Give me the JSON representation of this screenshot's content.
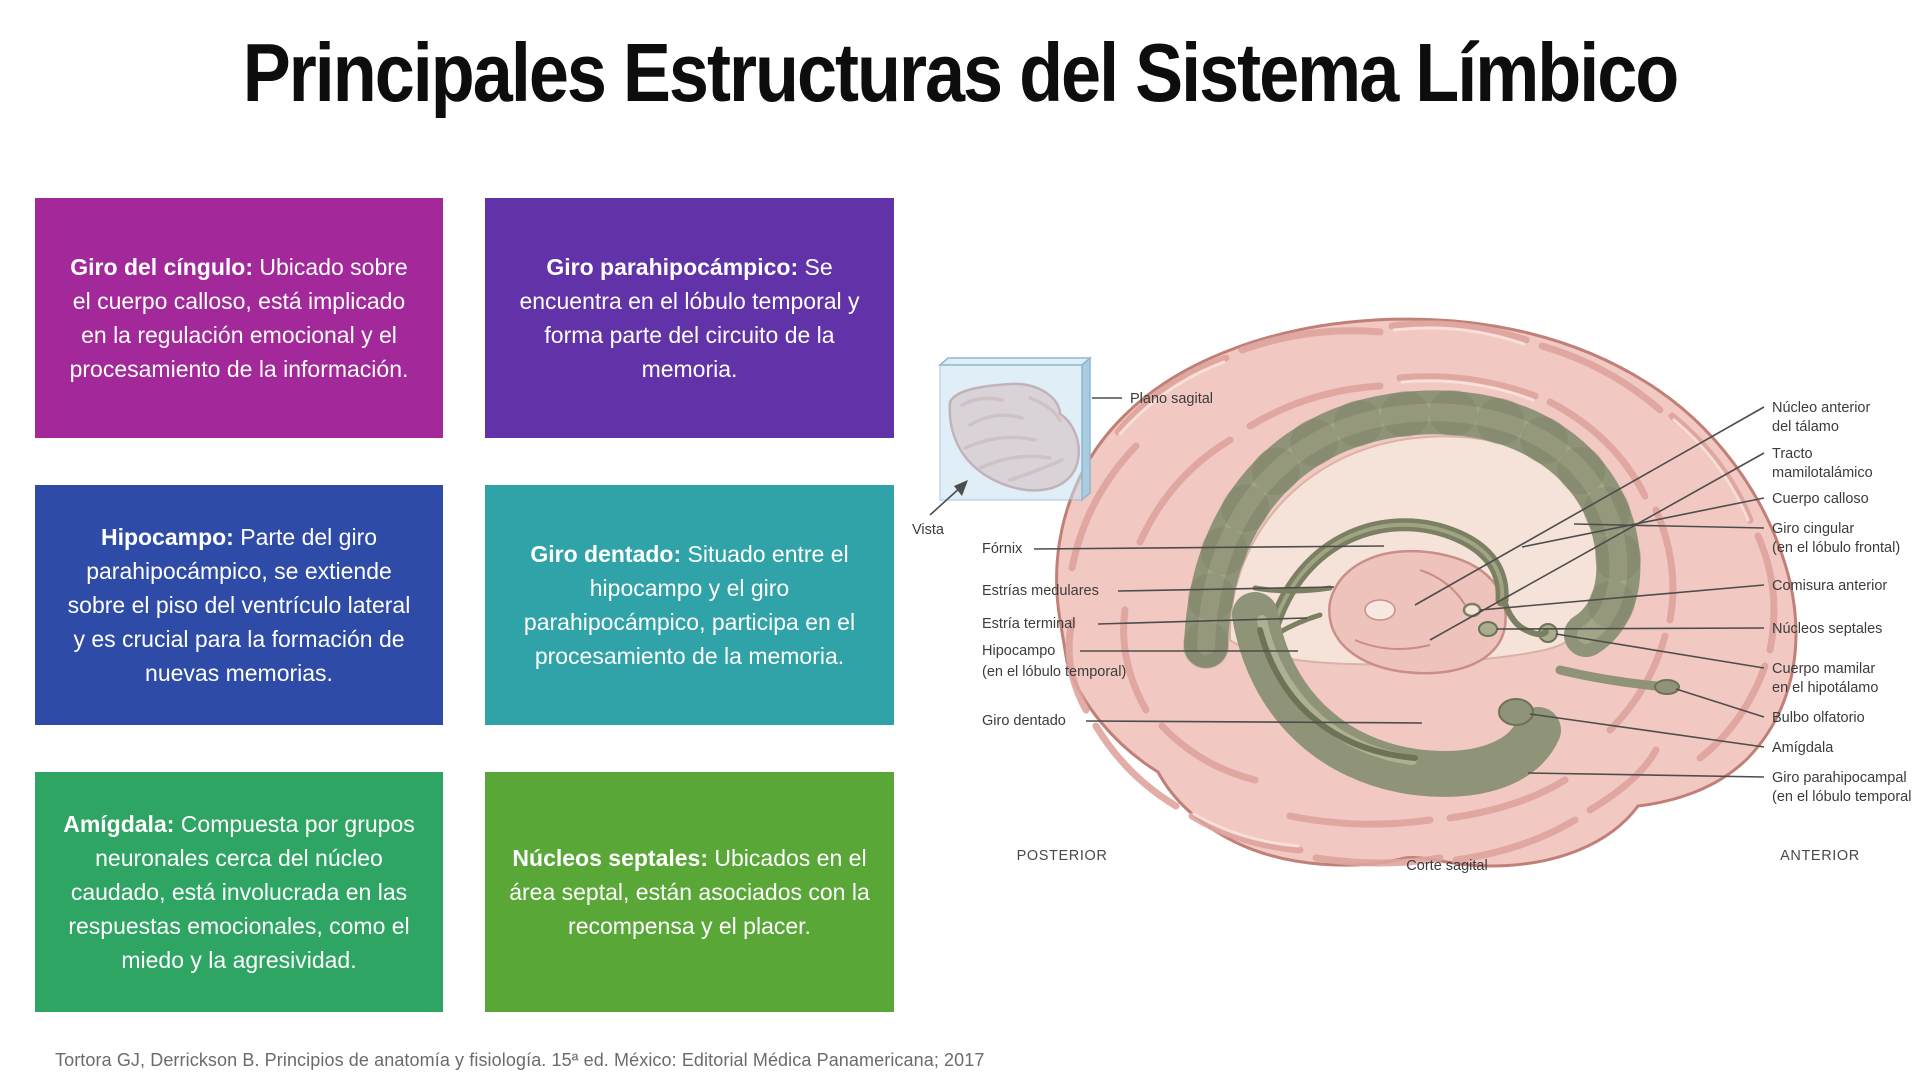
{
  "title": "Principales Estructuras del Sistema Límbico",
  "cards": [
    {
      "term": "Giro del cíngulo:",
      "desc": "Ubicado sobre el cuerpo calloso, está implicado en la regulación emocional y el procesamiento de la información.",
      "color": "#A3299A"
    },
    {
      "term": "Giro parahipocámpico:",
      "desc": "Se encuentra en el lóbulo temporal y forma parte del circuito de la memoria.",
      "color": "#6132A8"
    },
    {
      "term": "Hipocampo:",
      "desc": "Parte del giro parahipocámpico, se extiende sobre el piso del ventrículo lateral y es crucial para la formación de nuevas memorias.",
      "color": "#2E4BA8"
    },
    {
      "term": "Giro dentado:",
      "desc": "Situado entre el hipocampo y el giro parahipocámpico, participa en el procesamiento de la memoria.",
      "color": "#2FA3A8"
    },
    {
      "term": "Amígdala:",
      "desc": "Compuesta por grupos neuronales cerca del núcleo caudado, está involucrada en las respuestas emocionales, como el miedo y la agresividad.",
      "color": "#2FA564"
    },
    {
      "term": "Núcleos septales:",
      "desc": "Ubicados en el área septal, están asociados con la recompensa y el placer.",
      "color": "#58A737"
    }
  ],
  "figure": {
    "palette": {
      "cortex": "#F2C8C2",
      "cortex_line": "#C08078",
      "gyri": "#DFA49E",
      "limbic": "#8F9377",
      "limbic_dark": "#6E7257",
      "inner_cream": "#F5E3DA",
      "plane_blue": "#C7E2F2"
    },
    "inset": {
      "plane_label": "Plano sagital",
      "view_label": "Vista"
    },
    "left_labels": {
      "fornix": "Fórnix",
      "estrias_medulares": "Estrías medulares",
      "estria_terminal": "Estría terminal",
      "hipocampo_l1": "Hipocampo",
      "hipocampo_l2": "(en el lóbulo temporal)",
      "giro_dentado": "Giro dentado"
    },
    "right_labels": {
      "nucleo_anterior_l1": "Núcleo anterior",
      "nucleo_anterior_l2": "del tálamo",
      "tracto_l1": "Tracto",
      "tracto_l2": "mamilotalámico",
      "cuerpo_calloso": "Cuerpo calloso",
      "giro_cingular_l1": "Giro cingular",
      "giro_cingular_l2": "(en el lóbulo frontal)",
      "comisura_anterior": "Comisura anterior",
      "nucleos_septales": "Núcleos septales",
      "cuerpo_mamilar_l1": "Cuerpo mamilar",
      "cuerpo_mamilar_l2": "en el hipotálamo",
      "bulbo_olfatorio": "Bulbo olfatorio",
      "amigdala": "Amígdala",
      "giro_parahipocampal_l1": "Giro parahipocampal",
      "giro_parahipocampal_l2": "(en el lóbulo temporal"
    },
    "bottom": {
      "posterior": "POSTERIOR",
      "caption": "Corte sagital",
      "anterior": "ANTERIOR"
    }
  },
  "citation": "Tortora GJ, Derrickson B. Principios de anatomía y fisiología. 15ª ed. México: Editorial Médica Panamericana; 2017"
}
